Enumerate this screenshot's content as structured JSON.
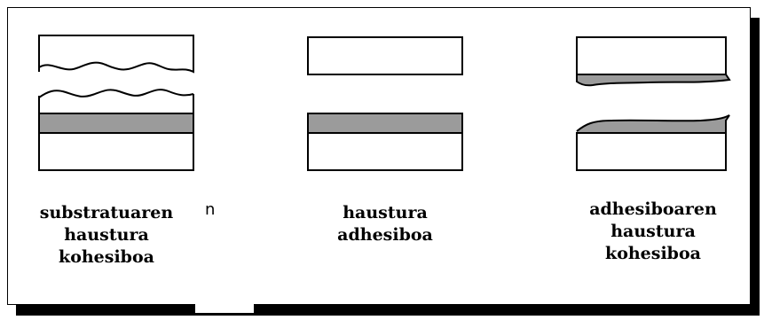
{
  "colors": {
    "adhesive_fill": "#9b9b9b",
    "outline": "#000000",
    "background": "#ffffff",
    "shadow": "#000000"
  },
  "panels": [
    {
      "label_lines": [
        "substratuaren",
        "haustura",
        "kohesiboa"
      ]
    },
    {
      "label_lines": [
        "haustura",
        "adhesiboa"
      ]
    },
    {
      "label_lines": [
        "adhesiboaren",
        "haustura",
        "kohesiboa"
      ]
    }
  ],
  "stray_text": "n"
}
